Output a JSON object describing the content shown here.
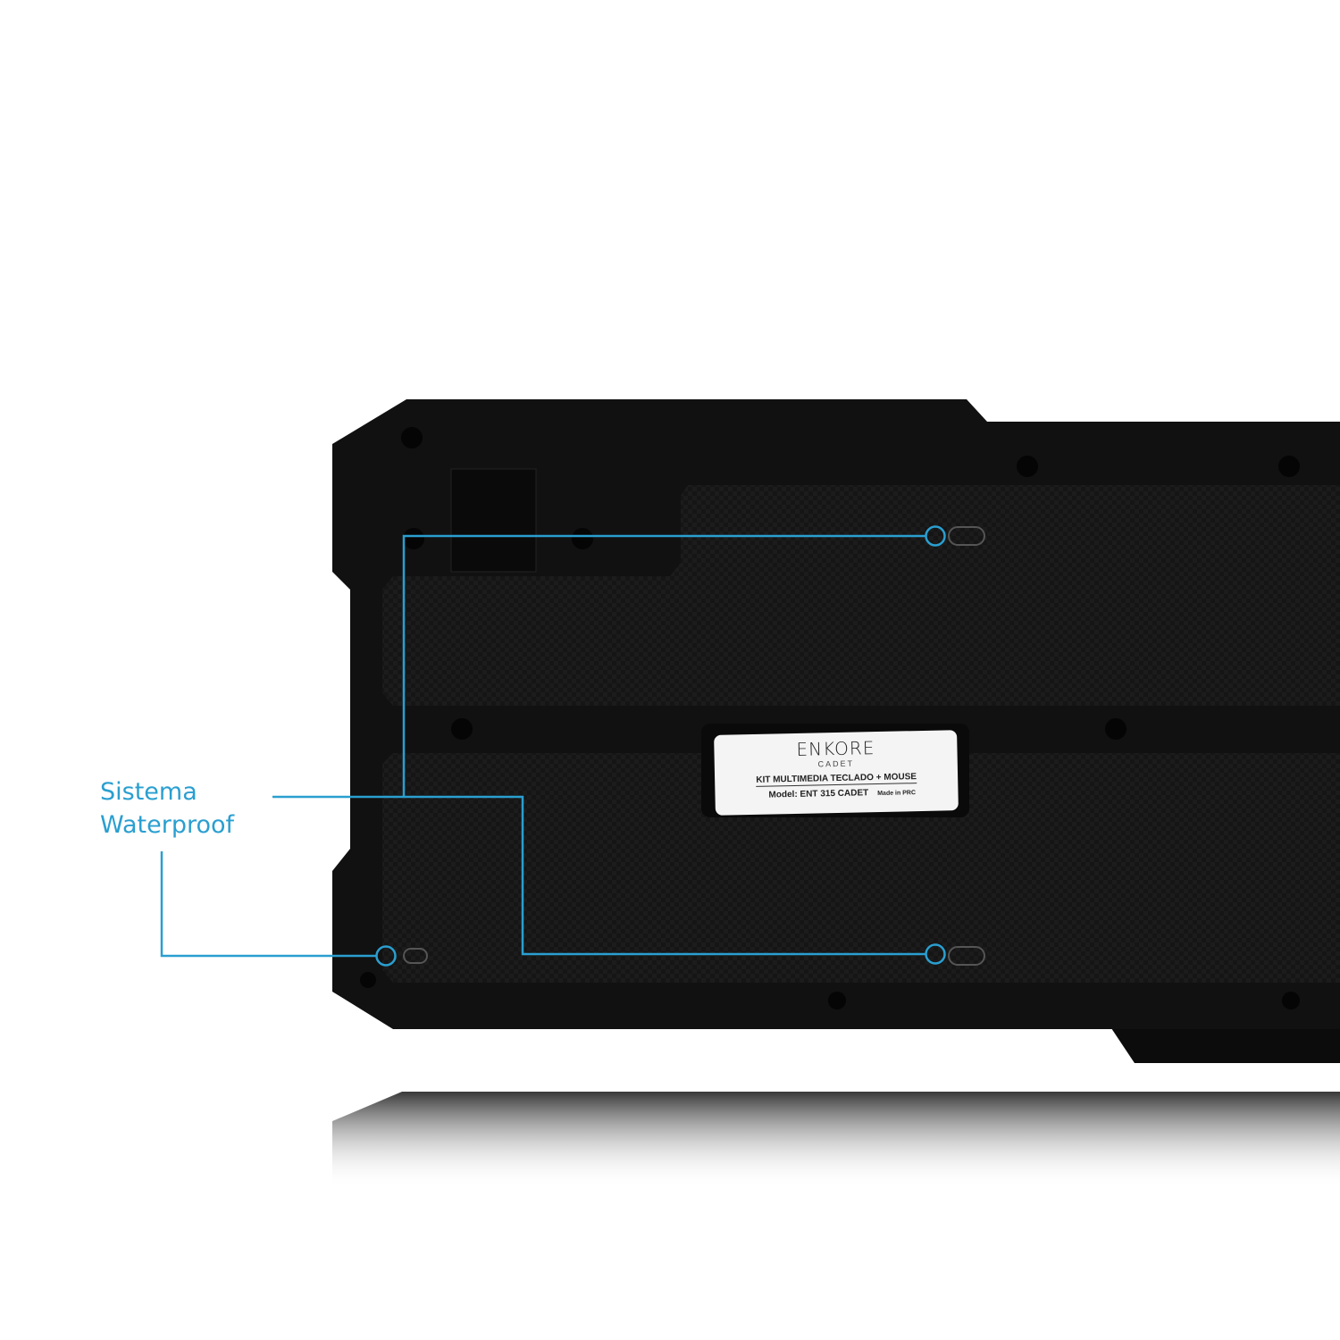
{
  "callout": {
    "line1": "Sistema",
    "line2": "Waterproof",
    "color": "#2a9fd0"
  },
  "label": {
    "brand": "ENKORE",
    "subbrand": "CADET",
    "product": "KIT MULTIMEDIA TECLADO + MOUSE",
    "model": "Model: ENT 315 CADET",
    "origin": "Made in PRC"
  }
}
